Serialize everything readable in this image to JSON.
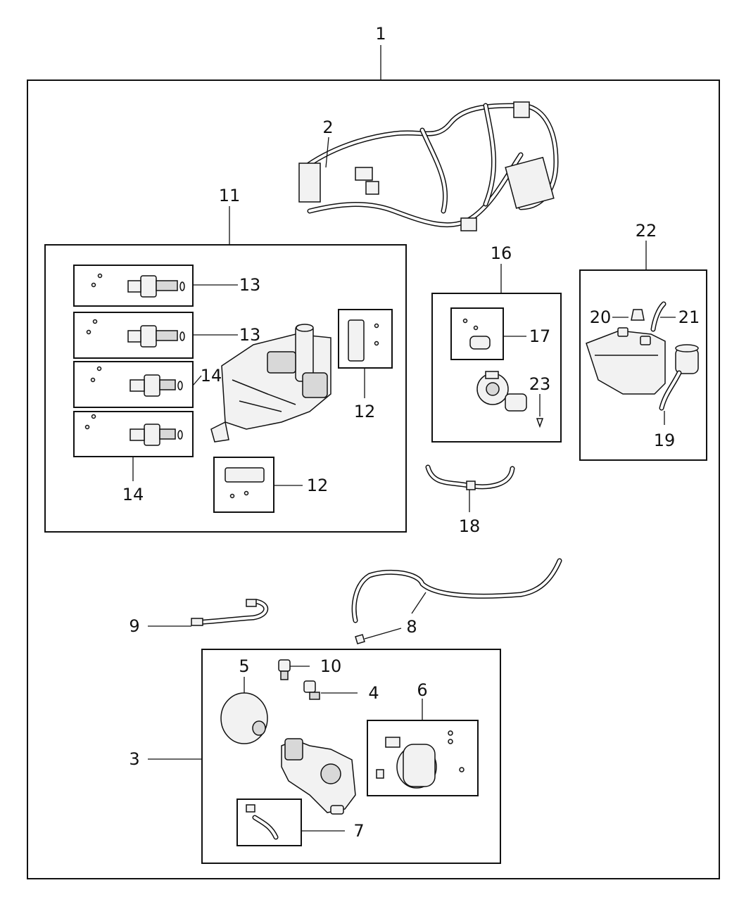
{
  "callouts": {
    "c1": "1",
    "c2": "2",
    "c3": "3",
    "c4": "4",
    "c5": "5",
    "c6": "6",
    "c7": "7",
    "c8": "8",
    "c9": "9",
    "c10": "10",
    "c11": "11",
    "c12a": "12",
    "c12b": "12",
    "c13a": "13",
    "c13b": "13",
    "c14a": "14",
    "c14b": "14",
    "c16": "16",
    "c17": "17",
    "c18": "18",
    "c19": "19",
    "c20": "20",
    "c21": "21",
    "c22": "22",
    "c23": "23"
  }
}
